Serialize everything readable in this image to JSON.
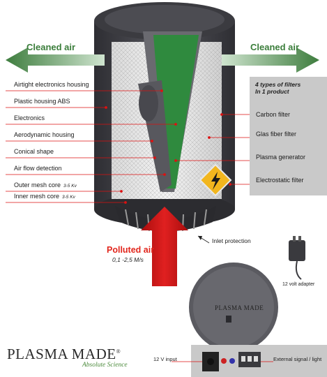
{
  "cleaned_air_left": "Cleaned air",
  "cleaned_air_right": "Cleaned air",
  "filters_panel": {
    "title_line1": "4 types of filters",
    "title_line2": "In 1 product",
    "items": [
      "Carbon filter",
      "Glas fiber filter",
      "Plasma generator",
      "Electrostatic filter"
    ]
  },
  "left_labels": [
    {
      "text": "Airtight electronics housing",
      "sub": ""
    },
    {
      "text": "Plastic housing ABS",
      "sub": ""
    },
    {
      "text": "Electronics",
      "sub": ""
    },
    {
      "text": "Aerodynamic housing",
      "sub": ""
    },
    {
      "text": "Conical shape",
      "sub": ""
    },
    {
      "text": "Air flow detection",
      "sub": ""
    },
    {
      "text": "Outer mesh core",
      "sub": "3-5 Kv"
    },
    {
      "text": "Inner mesh core",
      "sub": "3-5 Kv"
    }
  ],
  "polluted_air": "Polluted air",
  "polluted_speed": "0,1 -2,5 M/s",
  "inlet_protection": "Inlet protection",
  "adapter_label": "12 volt adapter",
  "bottom_brand": "PLASMA MADE",
  "input_label": "12 V input",
  "external_label": "External signal / light",
  "logo_text": "PLASMA MADE",
  "logo_mark": "®",
  "tagline": "Absolute Science",
  "colors": {
    "arrow_green": "#3e7d3e",
    "arrow_red": "#d01818",
    "guide_red": "#d11",
    "panel_gray": "#c9c9c9",
    "device_dark": "#3b3b3f"
  }
}
